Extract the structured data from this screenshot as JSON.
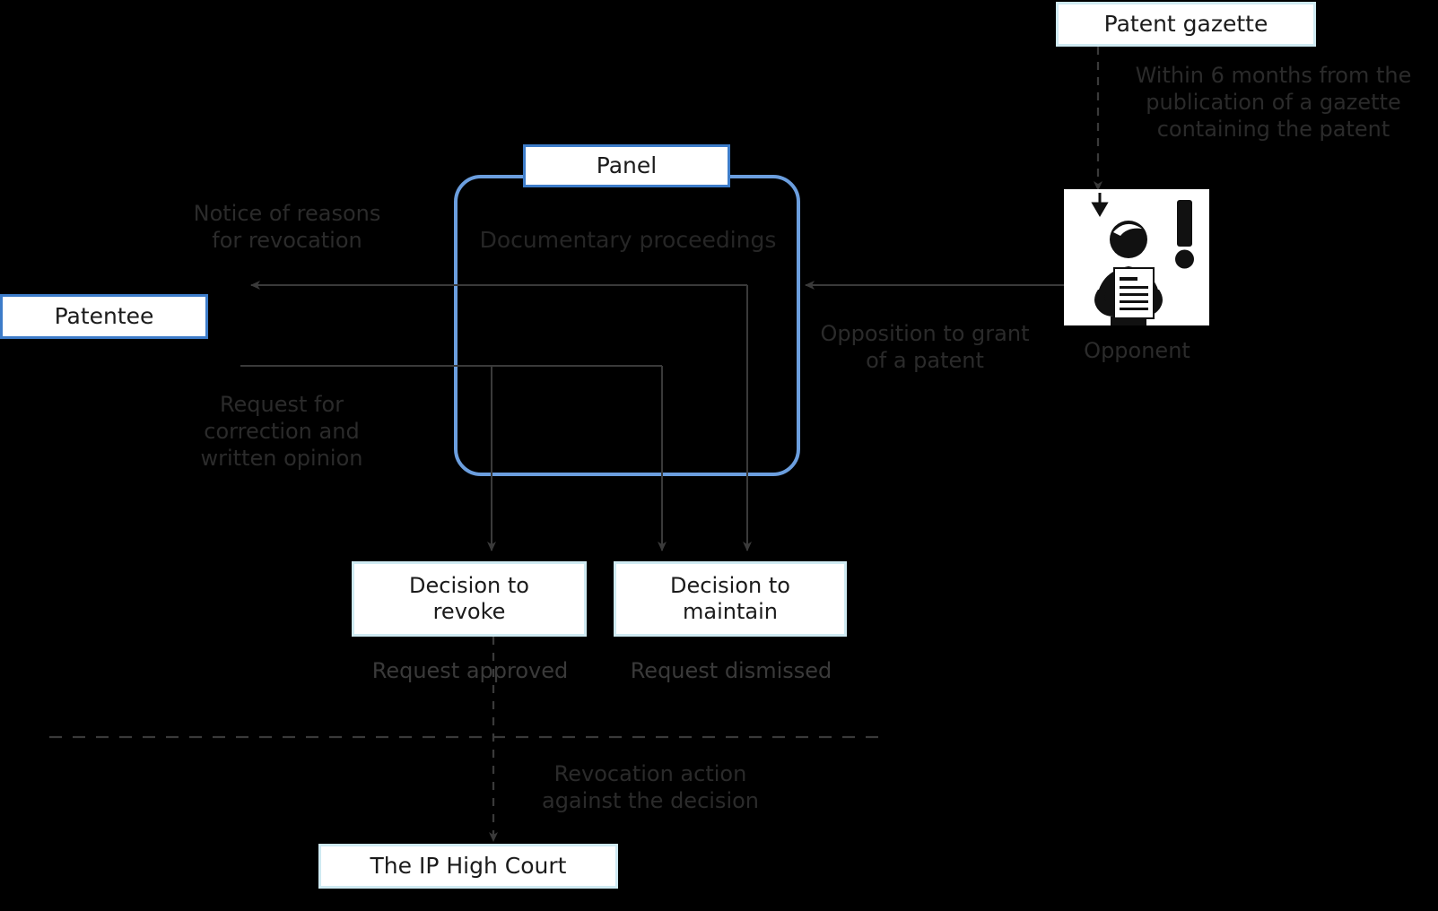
{
  "diagram": {
    "title": "Japanese patent opposition procedure flow",
    "colors": {
      "background": "#000000",
      "node_fill": "#ffffff",
      "border_blue": "#3d7cc9",
      "border_cyan": "#cfeaf2",
      "panel_outline": "#6b9ede",
      "connector": "#3a3a3a",
      "caption_text": "#2b2b2b"
    }
  },
  "nodes": {
    "patent_gazette": "Patent gazette",
    "patentee": "Patentee",
    "panel": "Panel",
    "decision_revoke": "Decision to\nrevoke",
    "decision_maintain": "Decision to\nmaintain",
    "ip_high_court": "The IP High Court"
  },
  "captions": {
    "within_6_months": "Within 6 months from the\npublication of a gazette\ncontaining the patent",
    "opponent": "Opponent",
    "documentary_proceedings": "Documentary proceedings",
    "notice_of_reasons": "Notice of reasons\nfor revocation",
    "request_for_correction": "Request for\ncorrection and\nwritten opinion",
    "opposition_to_grant": "Opposition to grant\nof a patent",
    "request_approved": "Request approved",
    "request_dismissed": "Request dismissed",
    "revocation_action": "Revocation action\nagainst the decision"
  },
  "icons": {
    "opponent_icon": "person-with-document-exclamation-icon"
  }
}
